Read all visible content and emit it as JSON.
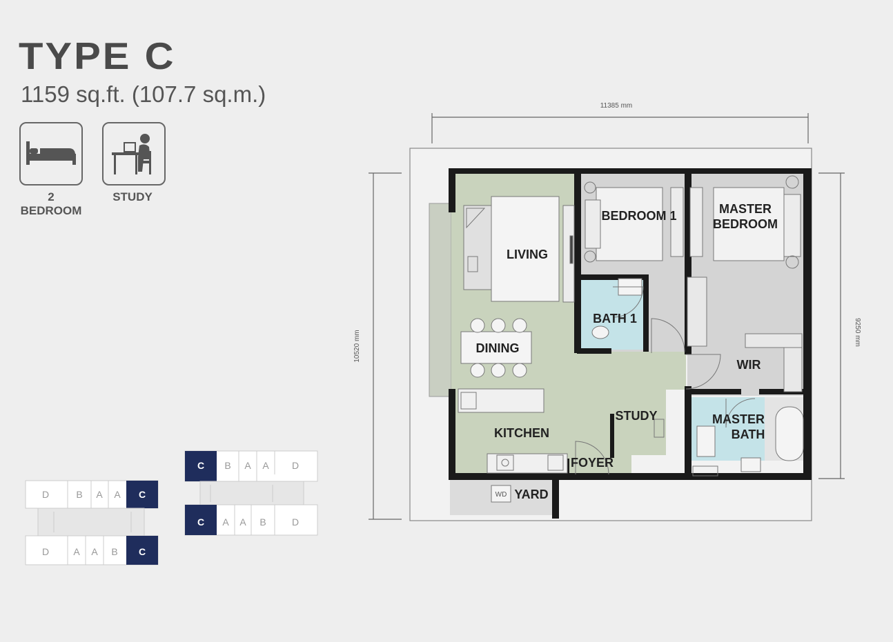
{
  "header": {
    "title": "TYPE C",
    "area": "1159 sq.ft. (107.7 sq.m.)"
  },
  "features": [
    {
      "label": "2 BEDROOM",
      "icon": "bed-icon"
    },
    {
      "label": "STUDY",
      "icon": "study-desk-icon"
    }
  ],
  "floor_plan": {
    "rooms": {
      "living": "LIVING",
      "dining": "DINING",
      "kitchen": "KITCHEN",
      "yard": "YARD",
      "foyer": "FOYER",
      "study": "STUDY",
      "bedroom1": "BEDROOM 1",
      "bath1": "BATH 1",
      "master_bedroom_1": "MASTER",
      "master_bedroom_2": "BEDROOM",
      "wir": "WIR",
      "master_bath_1": "MASTER",
      "master_bath_2": "BATH"
    },
    "appliance_wd": "WD",
    "dimensions": {
      "width": "11385 mm",
      "height_left": "10520 mm",
      "height_right": "9250 mm"
    }
  },
  "key_plan": {
    "top_right_row1": [
      "C",
      "B",
      "A",
      "A",
      "D"
    ],
    "top_right_row2": [
      "C",
      "A",
      "A",
      "B",
      "D"
    ],
    "left_row1": [
      "D",
      "B",
      "A",
      "A",
      "C"
    ],
    "left_row2": [
      "D",
      "A",
      "A",
      "B",
      "C"
    ],
    "highlight": "C",
    "highlight_color": "#1f2d5c"
  },
  "colors": {
    "living_area": "#c9d3bd",
    "bedroom_area": "#d4d4d4",
    "bath_area": "#c4e3e8",
    "wall": "#1a1a1a"
  }
}
